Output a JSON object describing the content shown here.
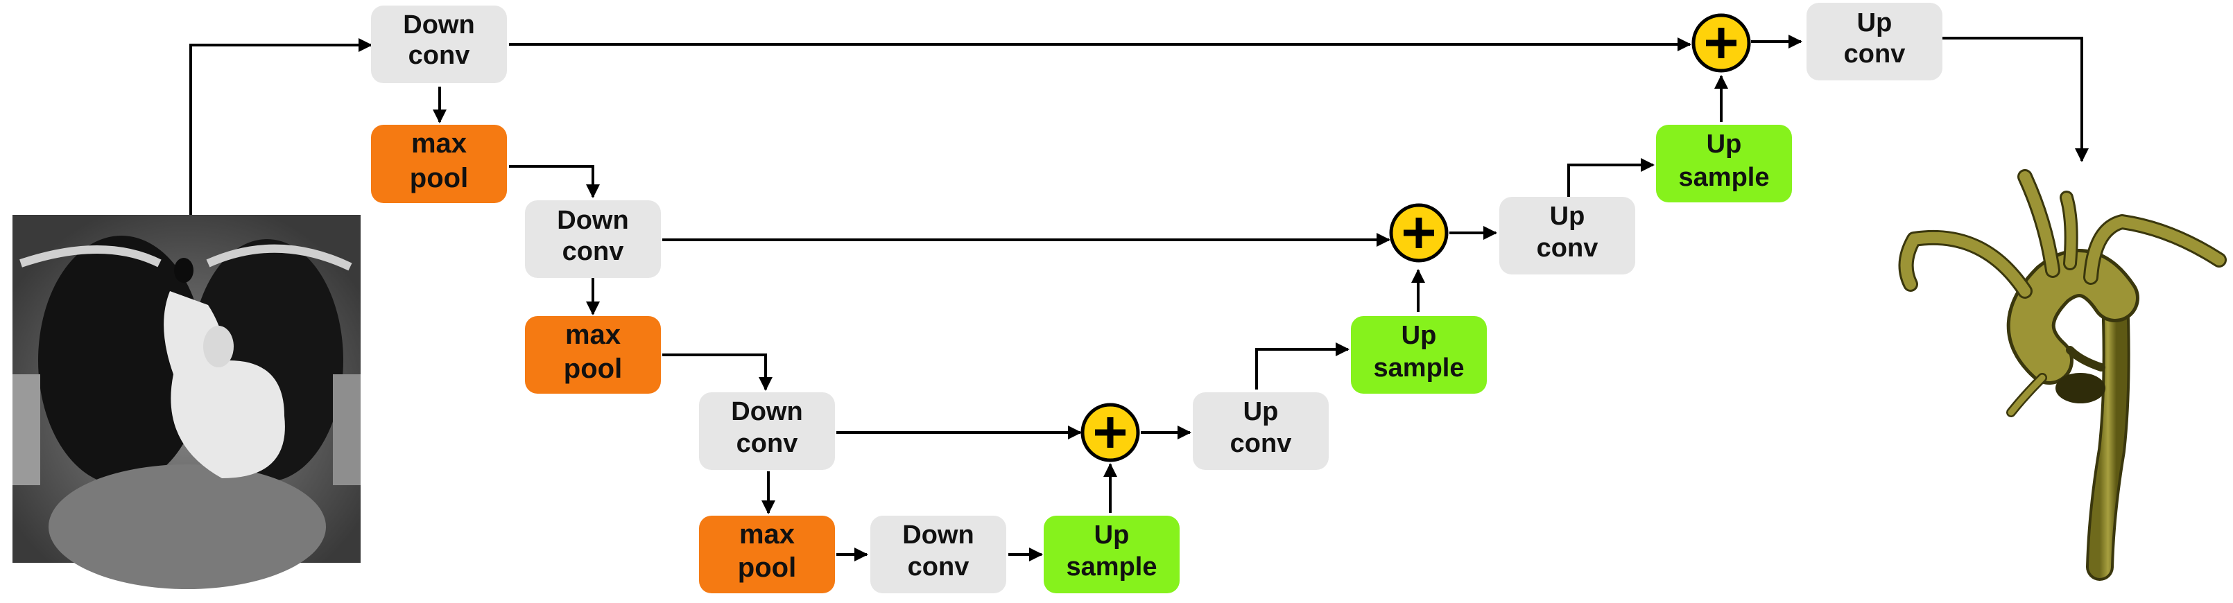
{
  "blocks": {
    "down1": {
      "line1": "Down",
      "line2": "conv"
    },
    "pool1": {
      "line1": "max",
      "line2": "pool"
    },
    "down2": {
      "line1": "Down",
      "line2": "conv"
    },
    "pool2": {
      "line1": "max",
      "line2": "pool"
    },
    "down3": {
      "line1": "Down",
      "line2": "conv"
    },
    "pool3": {
      "line1": "max",
      "line2": "pool"
    },
    "down4": {
      "line1": "Down",
      "line2": "conv"
    },
    "upsample1": {
      "line1": "Up",
      "line2": "sample"
    },
    "upconv1": {
      "line1": "Up",
      "line2": "conv"
    },
    "upsample2": {
      "line1": "Up",
      "line2": "sample"
    },
    "upconv2": {
      "line1": "Up",
      "line2": "conv"
    },
    "upsample3": {
      "line1": "Up",
      "line2": "sample"
    },
    "upconv3": {
      "line1": "Up",
      "line2": "conv"
    }
  },
  "colors": {
    "conv": "#e6e6e6",
    "pool": "#f57a12",
    "upsample": "#86f21c",
    "add": "#ffd20a"
  },
  "icons": {
    "add": "plus-circle-icon",
    "input": "mri-chest-scan",
    "output": "aorta-3d-mesh"
  }
}
